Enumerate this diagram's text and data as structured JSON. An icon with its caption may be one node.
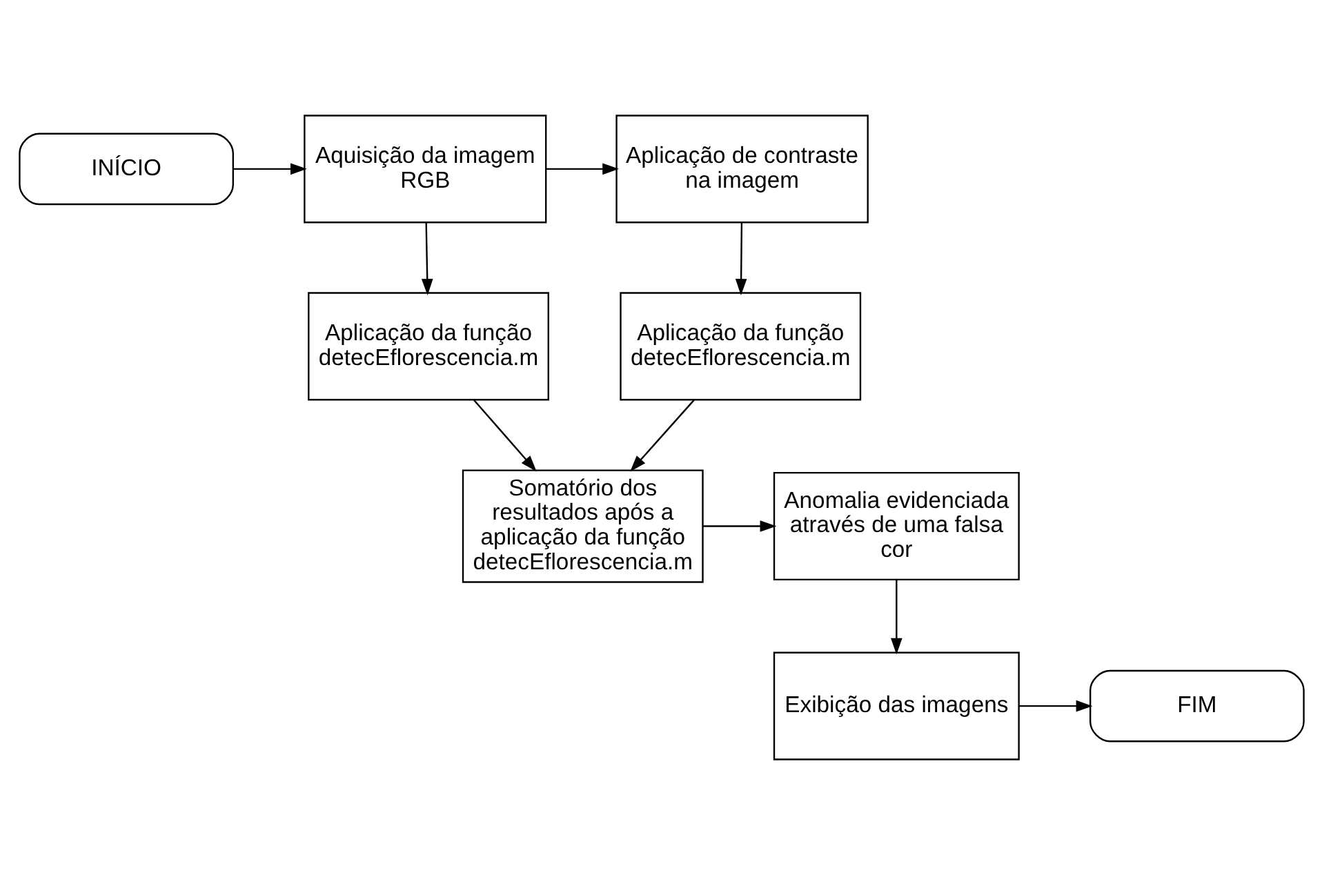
{
  "diagram": {
    "nodes": [
      {
        "text": [
          "INÍCIO"
        ]
      },
      {
        "text": [
          "Aquisição da imagem RGB"
        ]
      },
      {
        "text": [
          "Aplicação de contraste na imagem"
        ]
      },
      {
        "text": [
          "Aplicação da função detecEflorescencia.m"
        ]
      },
      {
        "text": [
          "Aplicação da função detecEflorescencia.m"
        ]
      },
      {
        "text": [
          "Somatório dos resultados após a aplicação da função detecEflorescencia.m"
        ]
      },
      {
        "text": [
          "Anomalia evidenciada através de uma falsa cor"
        ]
      },
      {
        "text": [
          "FIM"
        ]
      },
      {
        "text": [
          "Exibição das imagens"
        ]
      }
    ],
    "edges": [
      {
        "from": 0,
        "to": 1,
        "arrow": "to"
      },
      {
        "from": 1,
        "to": 2,
        "arrow": "to"
      },
      {
        "from": 1,
        "to": 3,
        "arrow": "to"
      },
      {
        "from": 2,
        "to": 4,
        "arrow": "to"
      },
      {
        "from": 3,
        "to": 5,
        "arrow": "to"
      },
      {
        "from": 4,
        "to": 5,
        "arrow": "to"
      },
      {
        "from": 5,
        "to": 6,
        "arrow": "to"
      },
      {
        "from": 6,
        "to": 8,
        "arrow": "to"
      },
      {
        "from": 8,
        "to": 7,
        "arrow": "to"
      }
    ]
  }
}
